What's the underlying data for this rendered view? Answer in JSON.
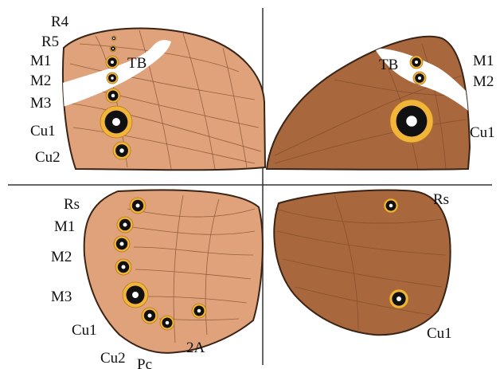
{
  "colors": {
    "ventral_fill": "#e0a27a",
    "dorsal_fill": "#a8673c",
    "wing_outline": "#3a2416",
    "vein": "#7a4a2c",
    "eyespot_ring": "#f2b53a",
    "eyespot_dark": "#111111",
    "eyespot_focus": "#ffffff",
    "band": "#ffffff",
    "divider": "#333333"
  },
  "panels": {
    "forewing_ventral": {
      "band_label": "TB",
      "vein_labels": [
        "R4",
        "R5",
        "M1",
        "M2",
        "M3",
        "Cu1",
        "Cu2"
      ],
      "eyespots": [
        "R4",
        "R5",
        "M1",
        "M2",
        "M3",
        "Cu1",
        "Cu2"
      ]
    },
    "forewing_dorsal": {
      "band_label": "TB",
      "vein_labels": [
        "M1",
        "M2",
        "Cu1"
      ],
      "eyespots": [
        "M1",
        "M2",
        "Cu1"
      ]
    },
    "hindwing_ventral": {
      "vein_labels": [
        "Rs",
        "M1",
        "M2",
        "M3",
        "Cu1",
        "Cu2",
        "Pc",
        "2A"
      ],
      "eyespots": [
        "Rs",
        "M1",
        "M2",
        "M3",
        "M3b",
        "Cu1",
        "Cu2",
        "2A"
      ]
    },
    "hindwing_dorsal": {
      "vein_labels": [
        "Rs",
        "Cu1"
      ],
      "eyespots": [
        "Rs",
        "Cu1"
      ]
    }
  }
}
